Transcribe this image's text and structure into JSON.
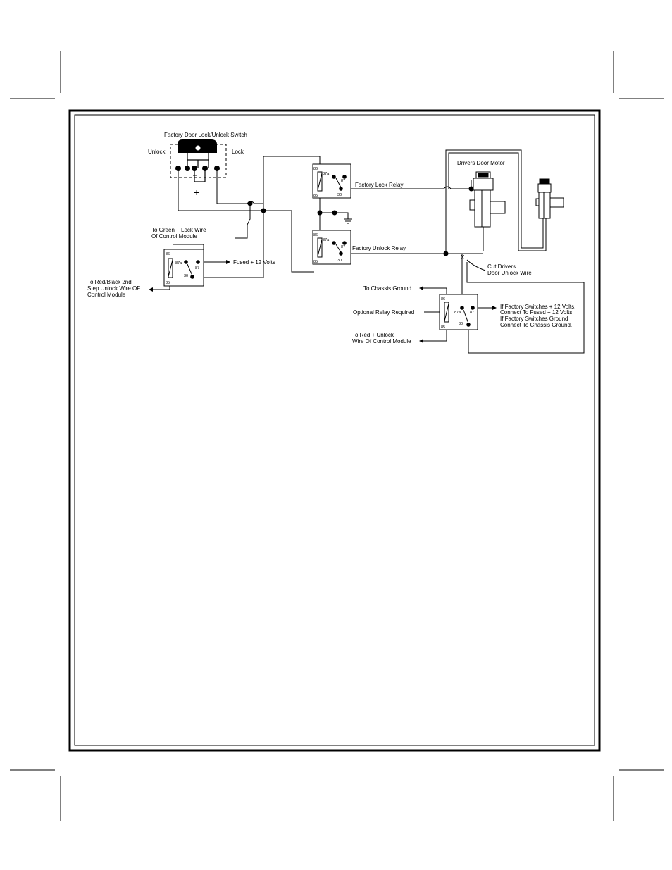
{
  "switch": {
    "title": "Factory Door Lock/Unlock Switch",
    "unlock": "Unlock",
    "lock": "Lock",
    "plus": "+"
  },
  "relays": {
    "lock_label": "Factory Lock Relay",
    "unlock_label": "Factory Unlock Relay",
    "optional_label": "Optional Relay Required"
  },
  "pins": {
    "p86": "86",
    "p85": "85",
    "p87a": "87a",
    "p87": "87",
    "p30": "30"
  },
  "labels": {
    "green_lock_1": "To Green + Lock Wire",
    "green_lock_2": "Of Control Module",
    "fused_12v": "Fused + 12 Volts",
    "red_black_1": "To Red/Black 2nd",
    "red_black_2": "Step Unlock Wire OF",
    "red_black_3": "Control Module",
    "drivers_motor": "Drivers Door Motor",
    "cut_mark": "X",
    "cut_1": "Cut Drivers",
    "cut_2": "Door Unlock Wire",
    "chassis_ground": "To Chassis Ground",
    "red_unlock_1": "To Red + Unlock",
    "red_unlock_2": "Wire Of Control Module",
    "factory_note_1": "If Factory Switches + 12 Volts,",
    "factory_note_2": "Connect To Fused + 12 Volts.",
    "factory_note_3": "If Factory Switches Ground",
    "factory_note_4": "Connect To Chassis Ground."
  }
}
